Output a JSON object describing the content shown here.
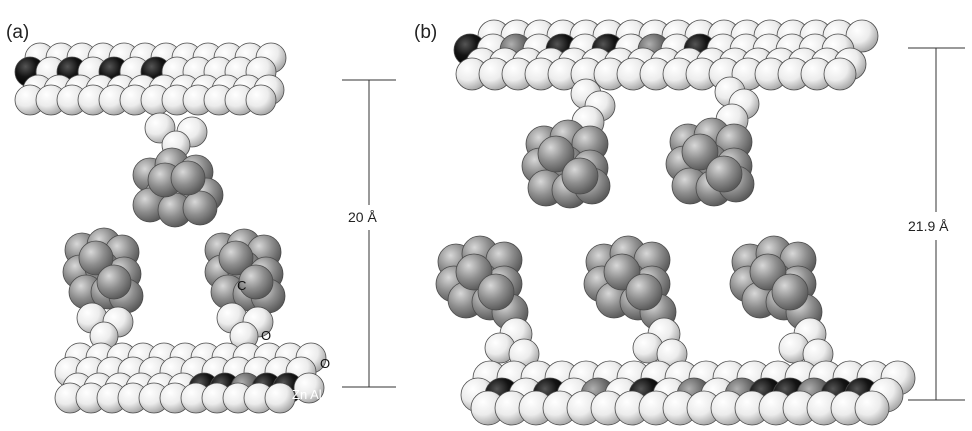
{
  "panels": [
    {
      "id": "a",
      "label": "(a)",
      "interlayer_distance": "20 Å"
    },
    {
      "id": "b",
      "label": "(b)",
      "interlayer_distance": "21.9 Å"
    }
  ],
  "atom_labels": {
    "carbon": "C",
    "oxygen_anion": "O",
    "oxygen_layer": "O",
    "metals": "Zn Al"
  },
  "colors": {
    "oxygen": "#e4e4e4",
    "carbon": "#8a8a8a",
    "zinc": "#111111",
    "aluminum": "#6f6f6f",
    "outline": "#4a4a4a",
    "dimension_line": "#333333"
  },
  "atom_icon_names": [
    "light-sphere-oxygen",
    "grey-sphere-carbon",
    "black-sphere-zinc",
    "dark-grey-sphere-aluminum"
  ]
}
